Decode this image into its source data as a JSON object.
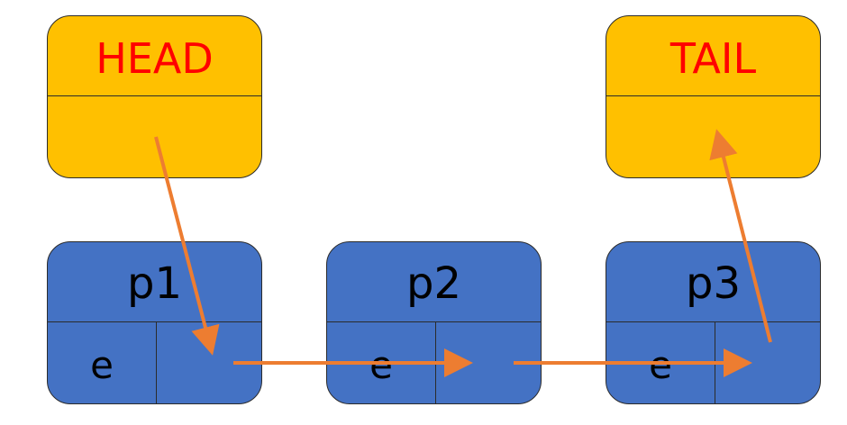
{
  "colors": {
    "pointer_fill": "#ffc000",
    "node_fill": "#4472c4",
    "pointer_text": "#ff0000",
    "node_text": "#000000",
    "arrow": "#ed7d31",
    "border": "#2b2b2b"
  },
  "pointers": {
    "head": {
      "label": "HEAD"
    },
    "tail": {
      "label": "TAIL"
    }
  },
  "nodes": [
    {
      "label": "p1",
      "element": "e"
    },
    {
      "label": "p2",
      "element": "e"
    },
    {
      "label": "p3",
      "element": "e"
    }
  ]
}
